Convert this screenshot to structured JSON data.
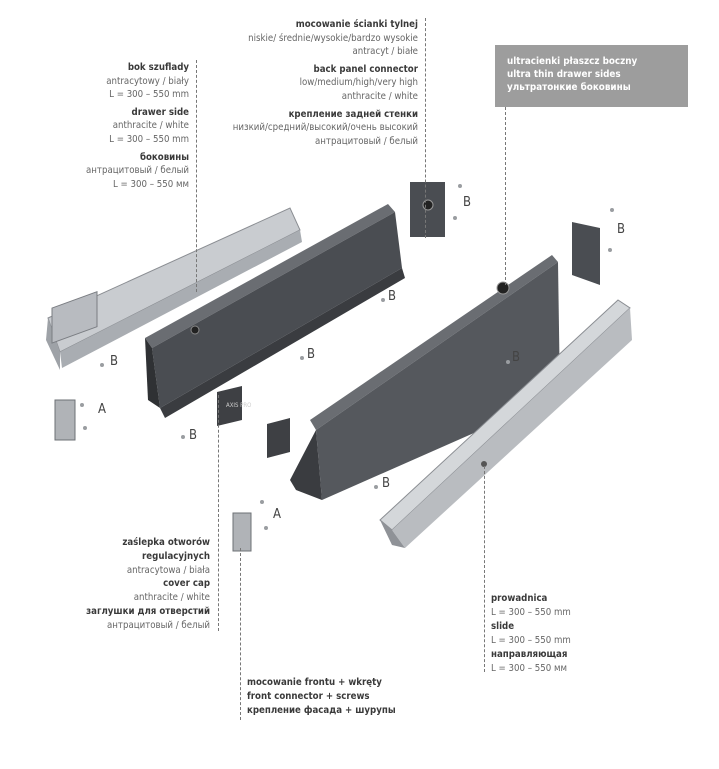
{
  "back_connector": {
    "pl_title": "mocowanie ścianki tylnej",
    "pl_heights": "niskie/ średnie/wysokie/bardzo wysokie",
    "pl_colors": "antracyt / białe",
    "en_title": "back panel connector",
    "en_heights": "low/medium/high/very high",
    "en_colors": "anthracite / white",
    "ru_title": "крепление задней стенки",
    "ru_heights": "низкий/средний/высокий/очень высокий",
    "ru_colors": "антрацитовый / белый"
  },
  "drawer_side": {
    "pl_title": "bok szuflady",
    "pl_colors": "antracytowy / biały",
    "pl_length": "L = 300 – 550 mm",
    "en_title": "drawer side",
    "en_colors": "anthracite / white",
    "en_length": "L = 300 – 550 mm",
    "ru_title": "боковины",
    "ru_colors": "антрацитовый / белый",
    "ru_length": "L = 300 – 550 мм"
  },
  "highlight_box": {
    "pl": "ultracienki płaszcz boczny",
    "en": "ultra thin drawer sides",
    "ru": "ультратонкие боковины"
  },
  "cover_cap": {
    "pl_title_1": "zaślepka otworów",
    "pl_title_2": "regulacyjnych",
    "pl_colors": "antracytowa / biała",
    "en_title": "cover cap",
    "en_colors": "anthracite / white",
    "ru_title": "заглушки для отверстий",
    "ru_colors": "антрацитовый / белый"
  },
  "front_connector": {
    "pl": "mocowanie frontu + wkręty",
    "en": "front connector + screws",
    "ru": "крепление фасада + шурупы"
  },
  "slide": {
    "pl_title": "prowadnica",
    "pl_length": "L = 300 – 550 mm",
    "en_title": "slide",
    "en_length": "L = 300 – 550 mm",
    "ru_title": "направляющая",
    "ru_length": "L = 300 – 550 мм"
  },
  "part_labels": {
    "a": "A",
    "b": "B"
  },
  "cap_logo": "AXIS PRO"
}
